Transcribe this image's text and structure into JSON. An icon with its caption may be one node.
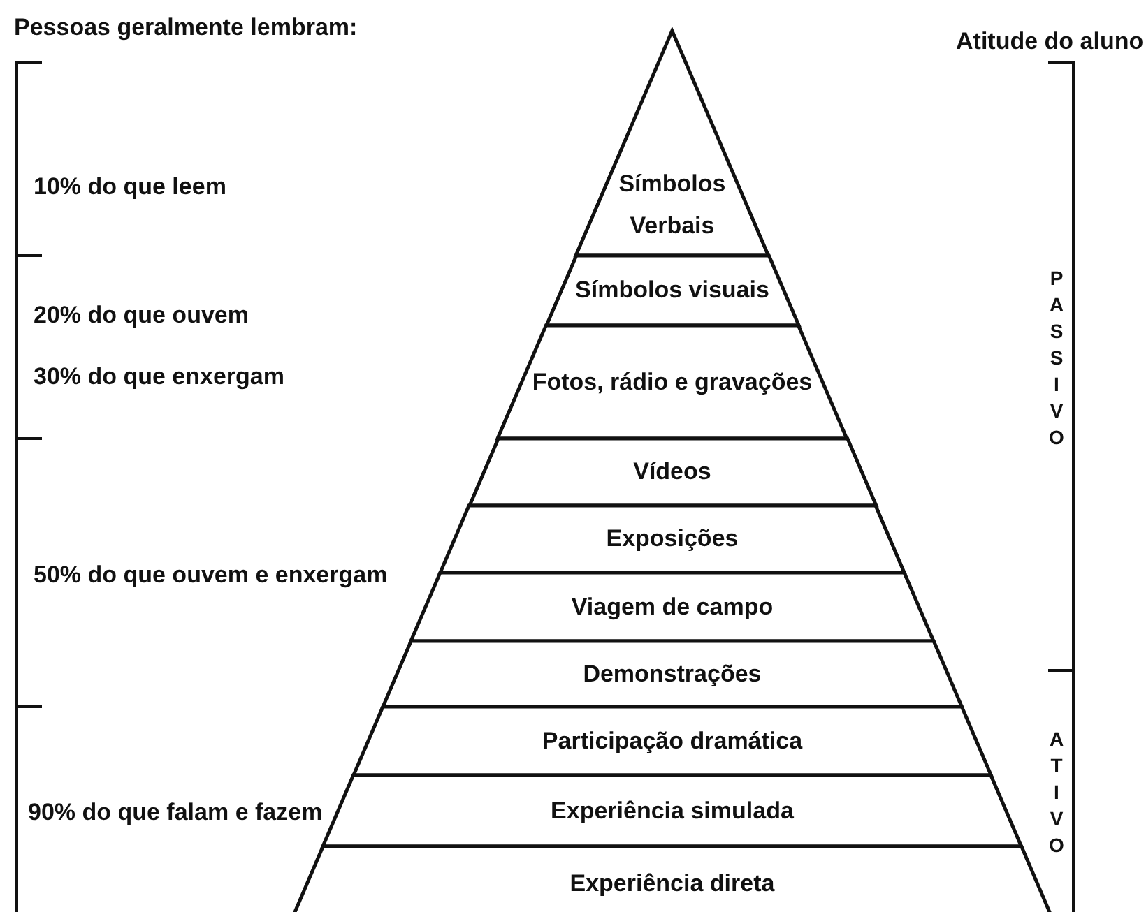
{
  "diagram": {
    "nodes": [
      {
        "text": [
          "Símbolos Verbais"
        ]
      },
      {
        "text": [
          "Símbolos visuais"
        ]
      },
      {
        "text": [
          "Fotos, rádio e gravações"
        ]
      },
      {
        "text": [
          "Vídeos"
        ]
      },
      {
        "text": [
          "Exposições"
        ]
      },
      {
        "text": [
          "Viagem de campo"
        ]
      },
      {
        "text": [
          "Demonstrações"
        ]
      },
      {
        "text": [
          "Participação dramática"
        ]
      },
      {
        "text": [
          "Experiência simulada"
        ]
      },
      {
        "text": [
          "Experiência direta"
        ]
      }
    ],
    "edges": [],
    "labels": [
      "Pessoas geralmente lembram:",
      "Atitude do aluno",
      "10% do que leem",
      "PASSIVO",
      "20% do que ouvem",
      "30% do que enxergam",
      "50% do que ouvem e enxergam",
      "ATIVO",
      "90% do que falam e fazem"
    ]
  }
}
